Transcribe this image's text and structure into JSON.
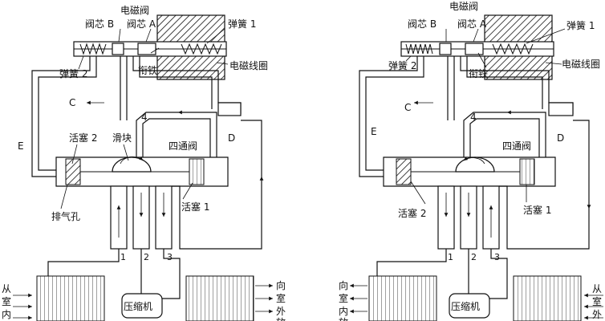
{
  "diagrams": [
    {
      "solenoid_valve": "电磁阀",
      "valve_core_b": "阀芯 B",
      "valve_core_a": "阀芯 A",
      "spring_1": "弹簧 1",
      "spring_2": "弹簧 2",
      "armature": "衔铁",
      "coil": "电磁线圈",
      "line_c": "C",
      "line_d": "D",
      "line_e": "E",
      "port_4": "4",
      "piston_2": "活塞 2",
      "slider": "滑块",
      "four_way_valve": "四通阀",
      "vent_hole": "排气孔",
      "piston_1": "活塞 1",
      "port_1": "1",
      "port_2": "2",
      "port_3": "3",
      "compressor": "压缩机",
      "from_indoor": [
        "从",
        "室",
        "内"
      ],
      "to_outdoor": [
        "向",
        "室",
        "外",
        "放"
      ]
    },
    {
      "solenoid_valve": "电磁阀",
      "valve_core_b": "阀芯 B",
      "valve_core_a": "阀芯 A",
      "spring_1": "弹簧 1",
      "spring_2": "弹簧 2",
      "armature": "衔铁",
      "coil": "电磁线圈",
      "line_c": "C",
      "line_d": "D",
      "line_e": "E",
      "port_4": "4",
      "four_way_valve": "四通阀",
      "piston_2": "活塞 2",
      "piston_1": "活塞 1",
      "port_1": "1",
      "port_2": "2",
      "port_3": "3",
      "compressor": "压缩机",
      "to_indoor": [
        "向",
        "室",
        "内",
        "放"
      ],
      "from_outdoor": [
        "从",
        "室",
        "外"
      ]
    }
  ]
}
